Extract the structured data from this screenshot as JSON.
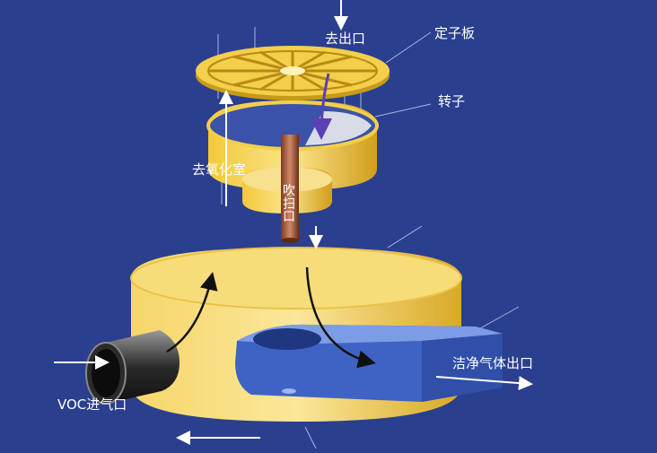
{
  "labels": {
    "exit_top": "去出口",
    "stator_plate": "定子板",
    "rotor": "转子",
    "oxidation_chamber": "去氧化室",
    "purge_port": "吹扫口",
    "voc_inlet": "VOC进气口",
    "clean_gas_outlet": "洁净气体出口"
  },
  "colors": {
    "background": "#2b3f8f",
    "gold": "#f0c419",
    "gold_dark": "#b8860b",
    "blue_duct": "#3f63c4",
    "arrow_white": "#ffffff",
    "arrow_black": "#111111",
    "arrow_purple": "#5a3fb5"
  },
  "icons": [
    "stator-wheel-icon",
    "rotor-cylinder-icon",
    "purge-pipe-icon",
    "base-housing-icon",
    "voc-inlet-pipe-icon",
    "clean-outlet-duct-icon"
  ]
}
